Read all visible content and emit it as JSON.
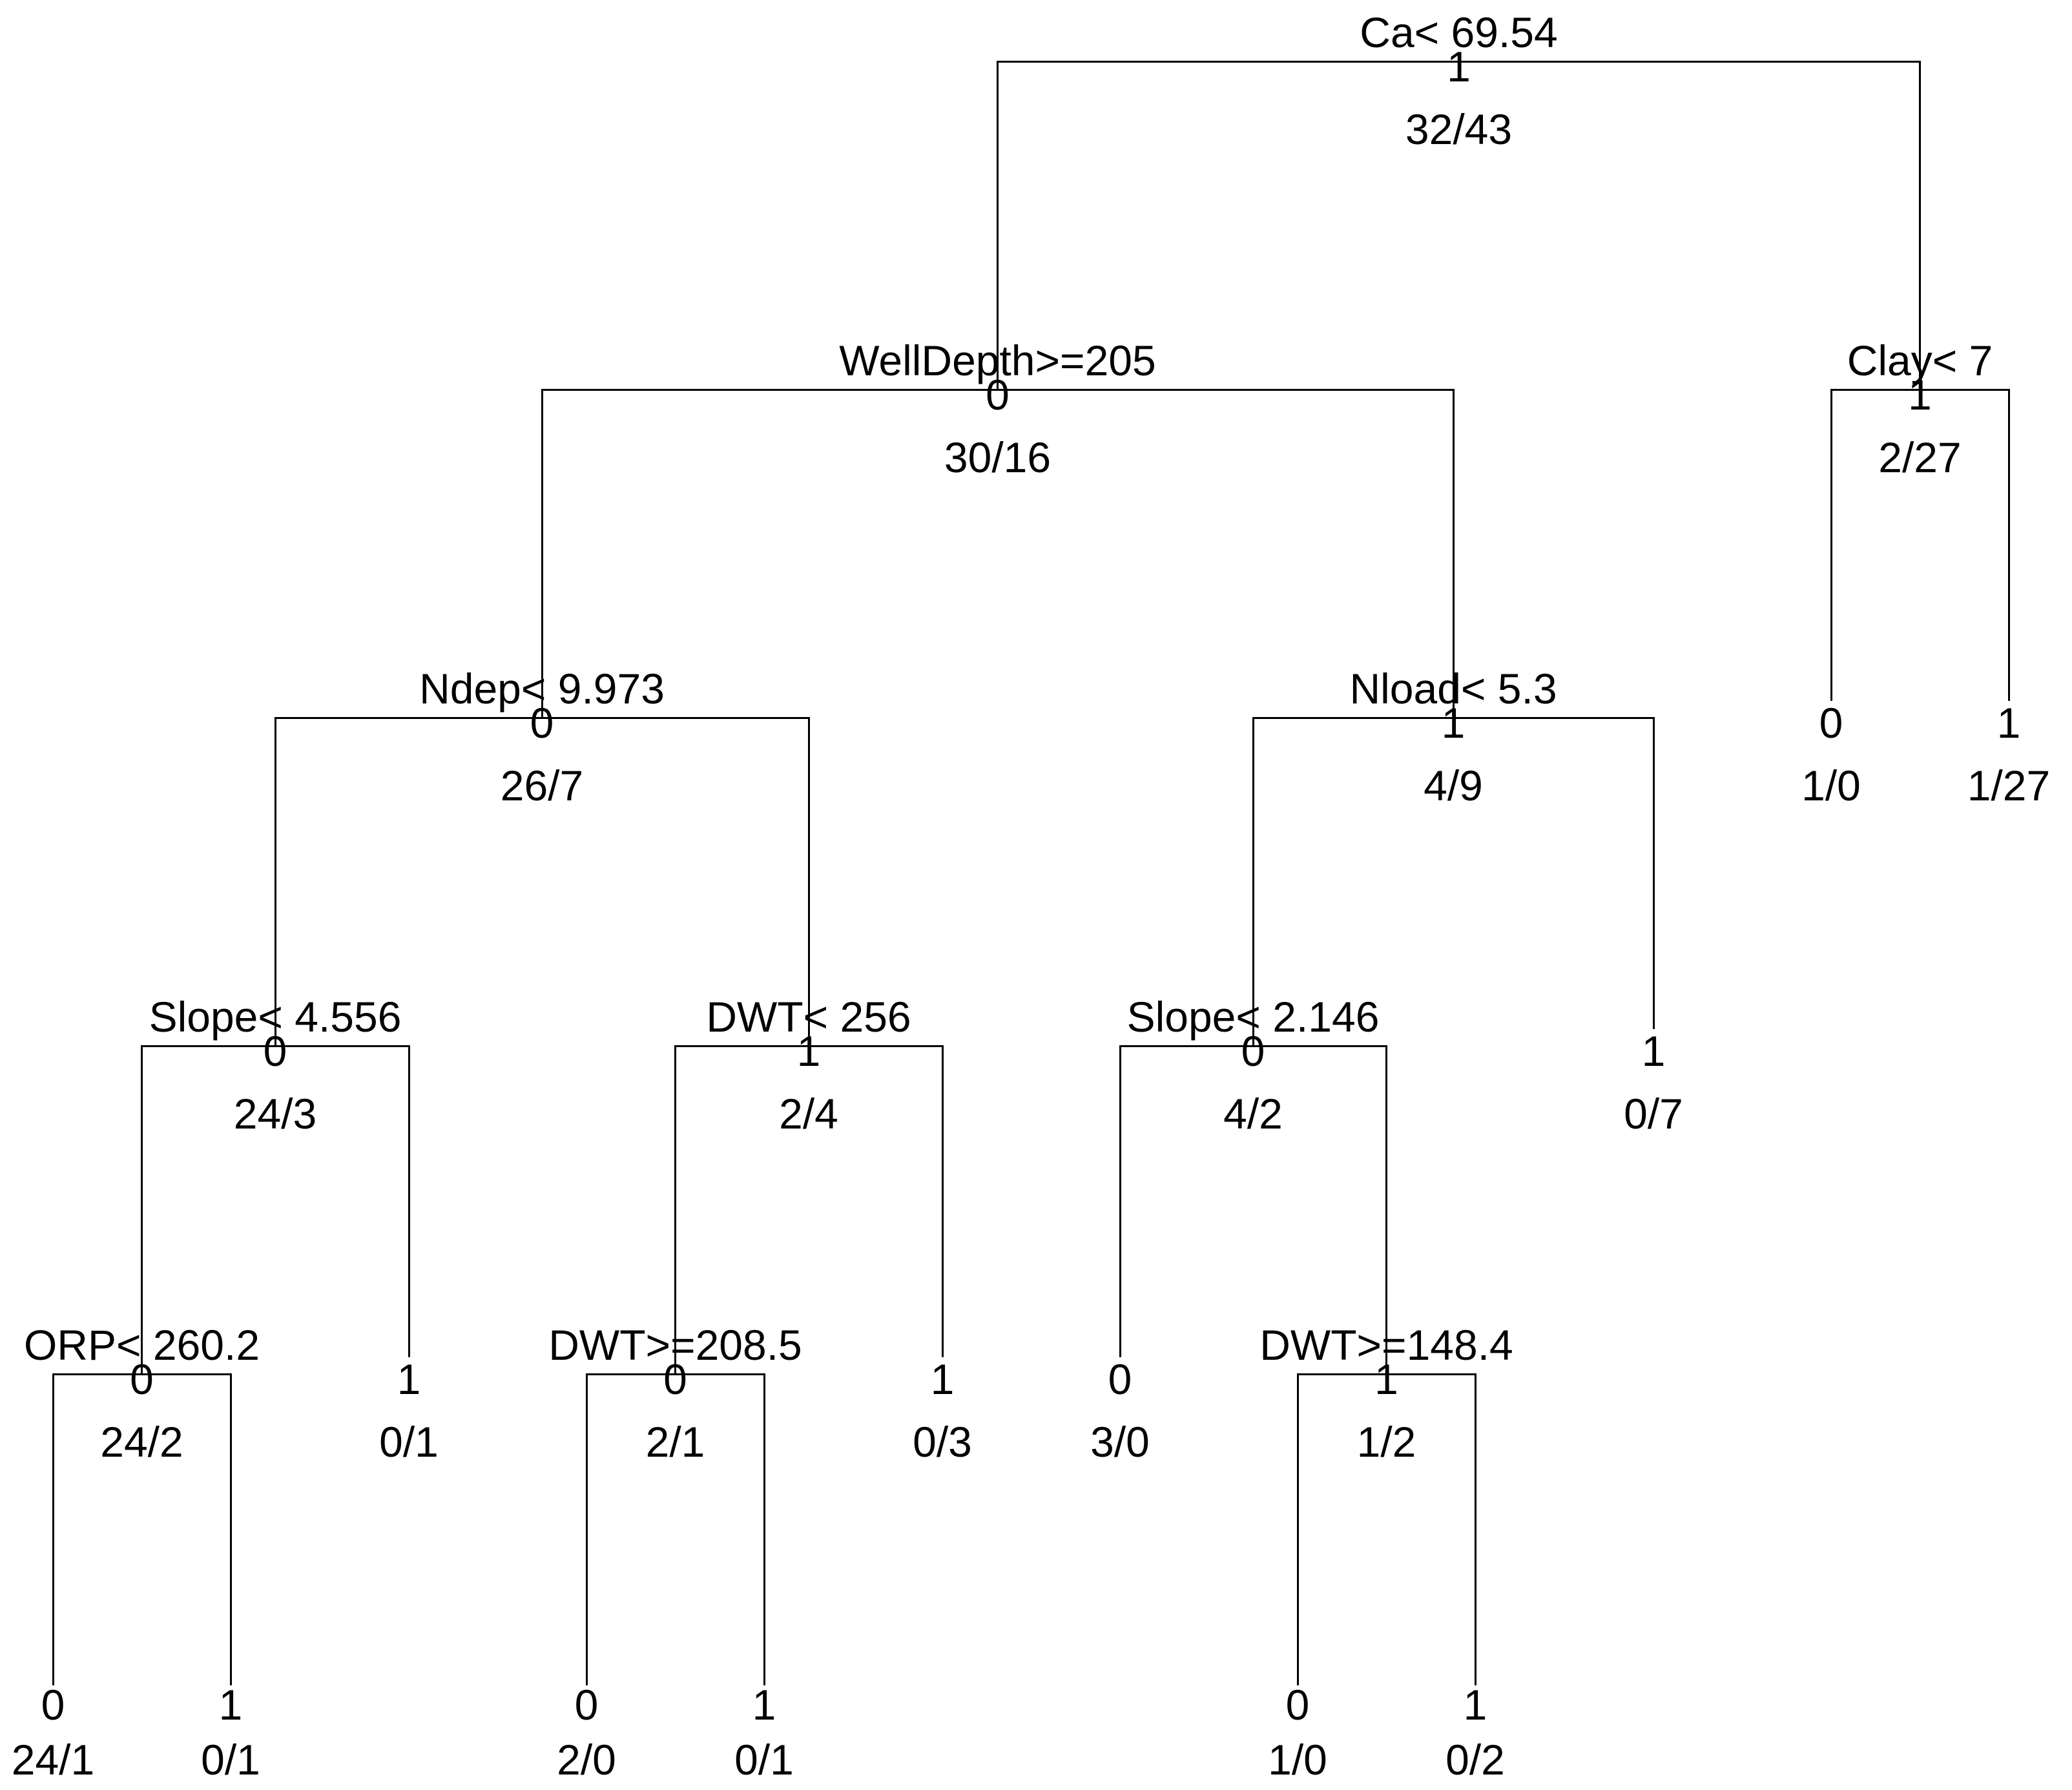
{
  "figure": {
    "background_color": "#ffffff",
    "line_color": "#000000",
    "text_color": "#000000",
    "description": "rpart binary classification tree plot; each node shows split rule, majority class (0/1) and counts class0/class1"
  },
  "chart_data": {
    "type": "tree",
    "node_text_format": "split rule above branch bar; class label at junction; counts 'n0/n1' below",
    "root": {
      "split": "Ca< 69.54",
      "class": "1",
      "counts": "32/43",
      "left": {
        "split": "WellDepth>=205",
        "class": "0",
        "counts": "30/16",
        "left": {
          "split": "Ndep< 9.973",
          "class": "0",
          "counts": "26/7",
          "left": {
            "split": "Slope< 4.556",
            "class": "0",
            "counts": "24/3",
            "left": {
              "split": "ORP< 260.2",
              "class": "0",
              "counts": "24/2",
              "left": {
                "class": "0",
                "counts": "24/1"
              },
              "right": {
                "class": "1",
                "counts": "0/1"
              }
            },
            "right": {
              "class": "1",
              "counts": "0/1"
            }
          },
          "right": {
            "split": "DWT< 256",
            "class": "1",
            "counts": "2/4",
            "left": {
              "split": "DWT>=208.5",
              "class": "0",
              "counts": "2/1",
              "left": {
                "class": "0",
                "counts": "2/0"
              },
              "right": {
                "class": "1",
                "counts": "0/1"
              }
            },
            "right": {
              "class": "1",
              "counts": "0/3"
            }
          }
        },
        "right": {
          "split": "Nload< 5.3",
          "class": "1",
          "counts": "4/9",
          "left": {
            "split": "Slope< 2.146",
            "class": "0",
            "counts": "4/2",
            "left": {
              "class": "0",
              "counts": "3/0"
            },
            "right": {
              "split": "DWT>=148.4",
              "class": "1",
              "counts": "1/2",
              "left": {
                "class": "0",
                "counts": "1/0"
              },
              "right": {
                "class": "1",
                "counts": "0/2"
              }
            }
          },
          "right": {
            "class": "1",
            "counts": "0/7"
          }
        }
      },
      "right": {
        "split": "Clay< 7",
        "class": "1",
        "counts": "2/27",
        "left": {
          "class": "0",
          "counts": "1/0"
        },
        "right": {
          "class": "1",
          "counts": "1/27"
        }
      }
    }
  }
}
